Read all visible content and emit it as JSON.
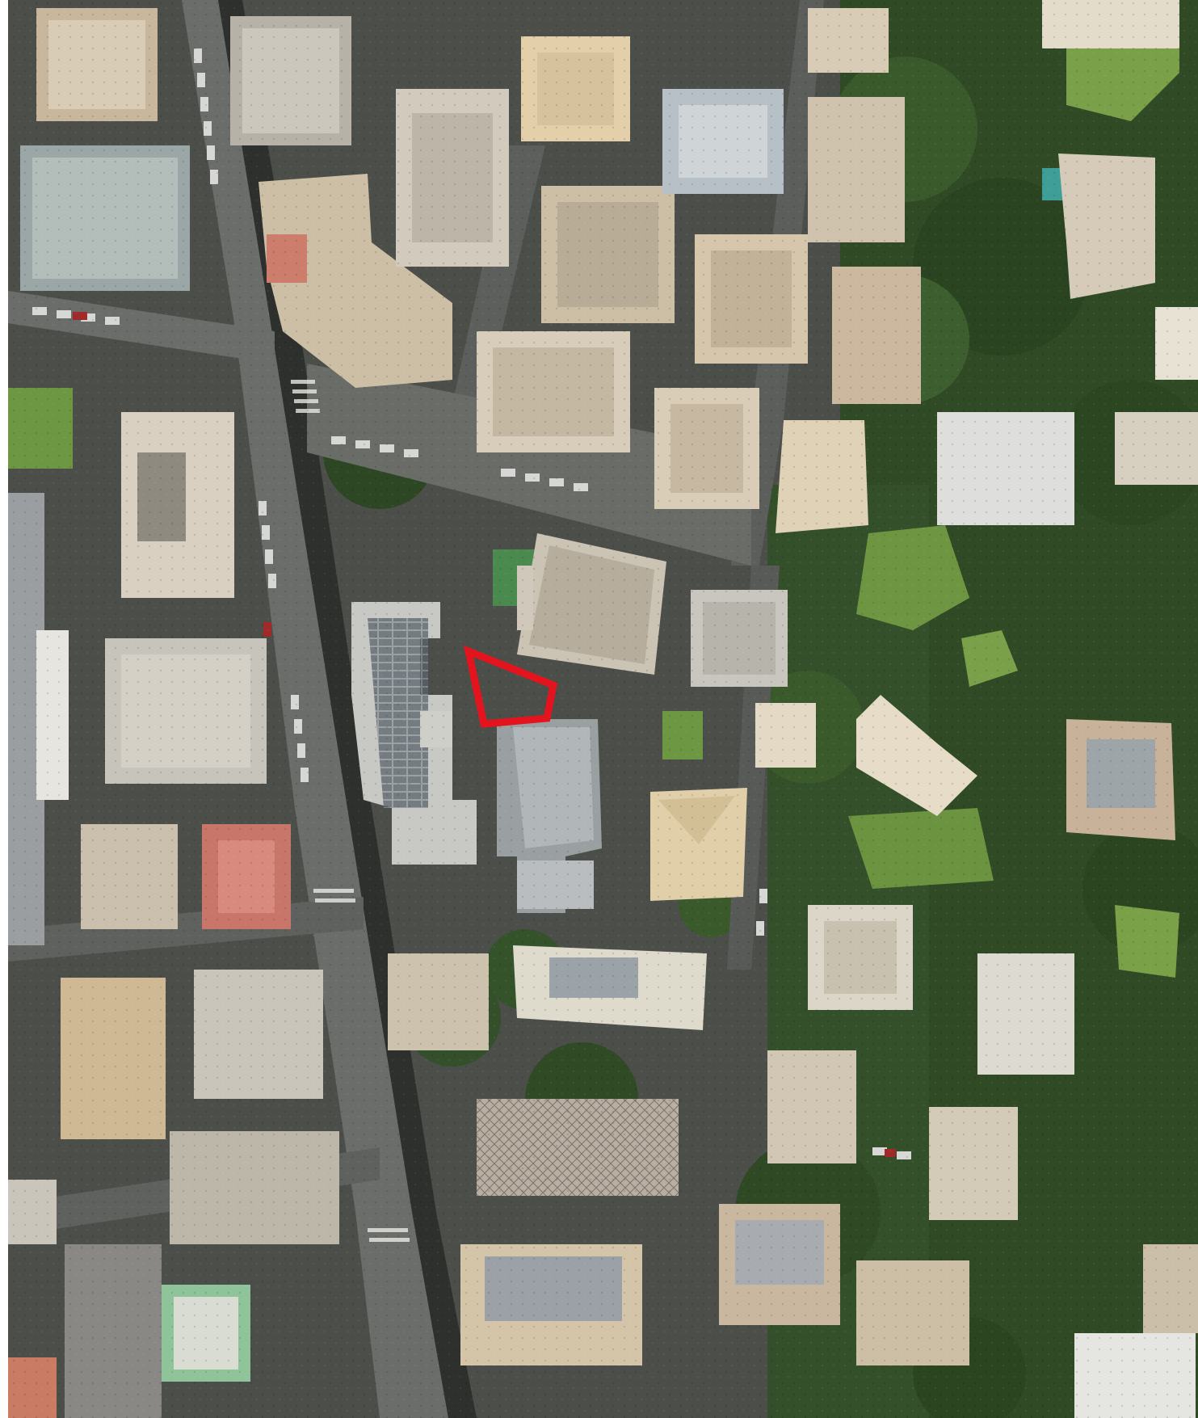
{
  "map": {
    "type": "satellite-aerial",
    "colors": {
      "asphalt": "#6b6d6b",
      "street_shadow": "#2e302d",
      "rooftop_light": "#d9d0c2",
      "rooftop_beige": "#c9b79d",
      "rooftop_grey": "#9a9ea0",
      "rooftop_terracotta": "#c9766a",
      "vegetation": "#2f4a25",
      "lawn": "#7ba04a",
      "pool": "#3f9f98"
    },
    "marker": {
      "shape": "outlined-polygon",
      "stroke_color": "#e3141e",
      "fill": "none"
    }
  }
}
